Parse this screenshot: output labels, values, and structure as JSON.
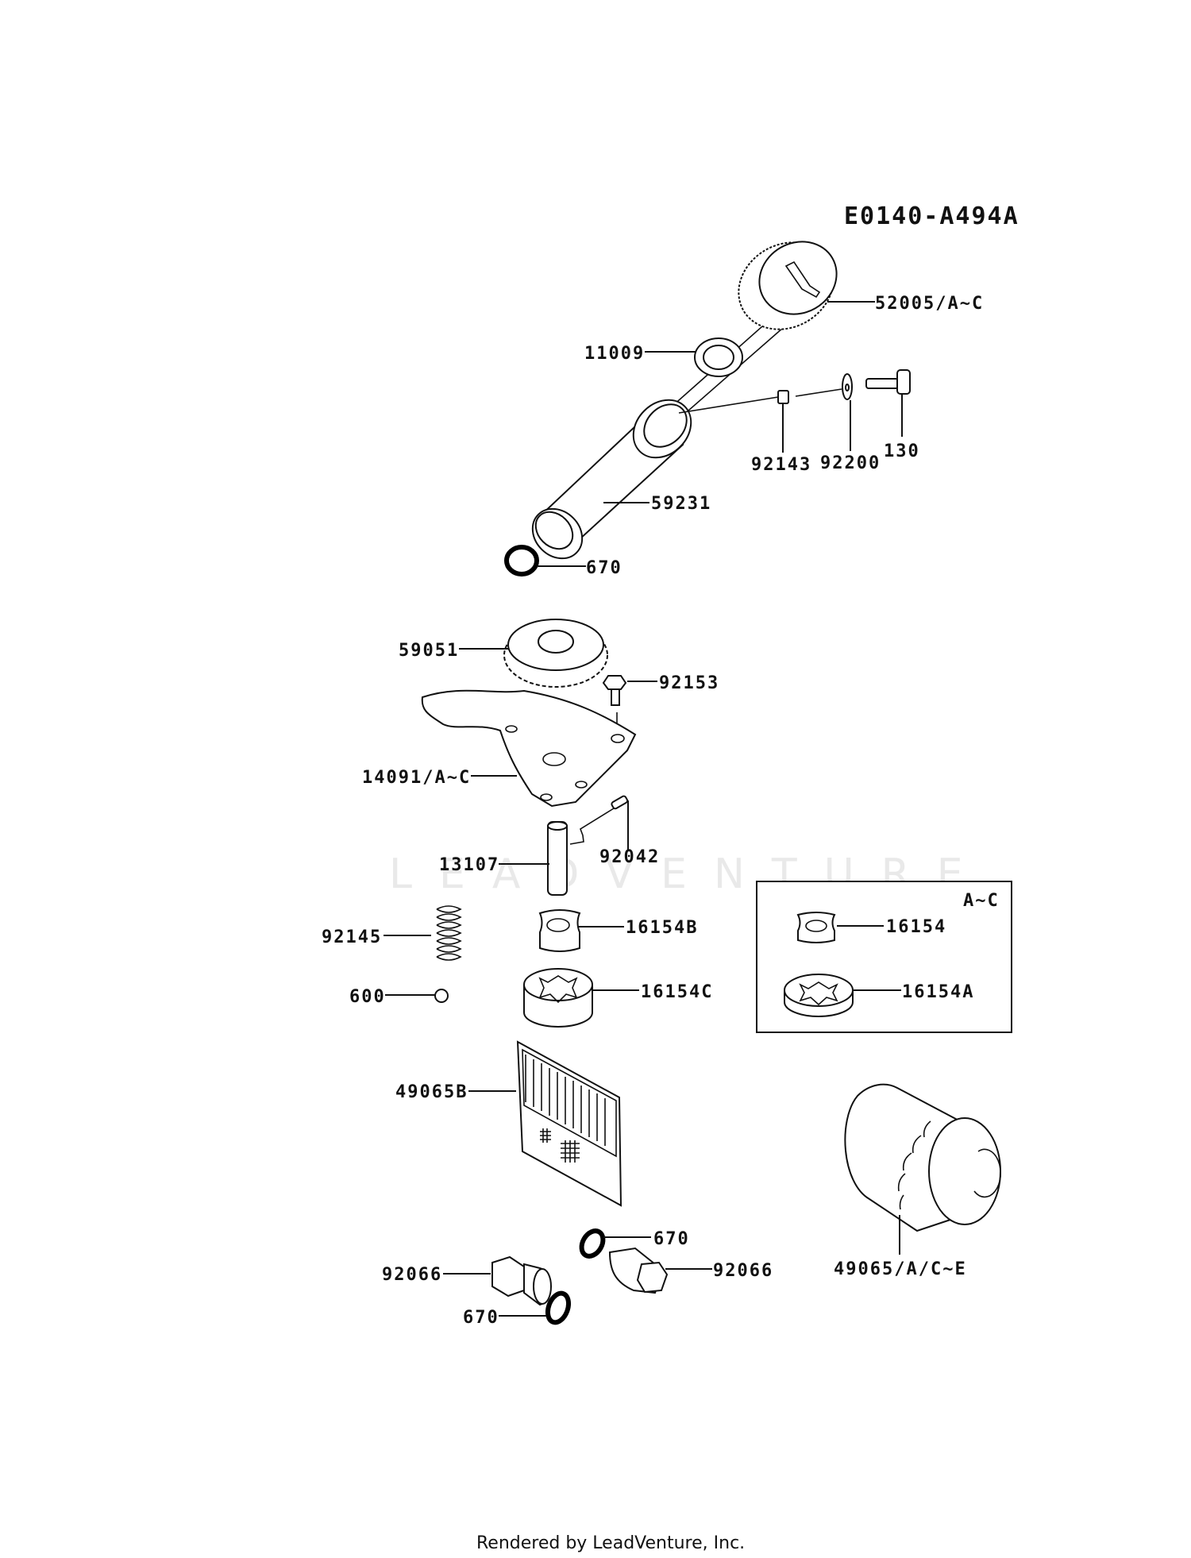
{
  "diagram": {
    "code": "E0140-A494A",
    "watermark": "LEADVENTURE",
    "footer": "Rendered by LeadVenture, Inc.",
    "inset_box": {
      "title": "A~C"
    },
    "parts": {
      "oil_cap": "52005/A~C",
      "gasket": "11009",
      "collar": "92143",
      "washer": "92200",
      "bolt": "130",
      "oil_filler_tube": "59231",
      "o_ring_tube": "670",
      "gear": "59051",
      "gear_bolt": "92153",
      "plate": "14091/A~C",
      "pin": "92042",
      "shaft": "13107",
      "spring": "92145",
      "ball": "600",
      "inner_rotor_b": "16154B",
      "outer_rotor_c": "16154C",
      "inner_rotor": "16154",
      "outer_rotor_a": "16154A",
      "oil_screen": "49065B",
      "oil_filter": "49065/A/C~E",
      "drain_plug_left": "92066",
      "o_ring_left": "670",
      "o_ring_right": "670",
      "drain_plug_right": "92066"
    }
  }
}
